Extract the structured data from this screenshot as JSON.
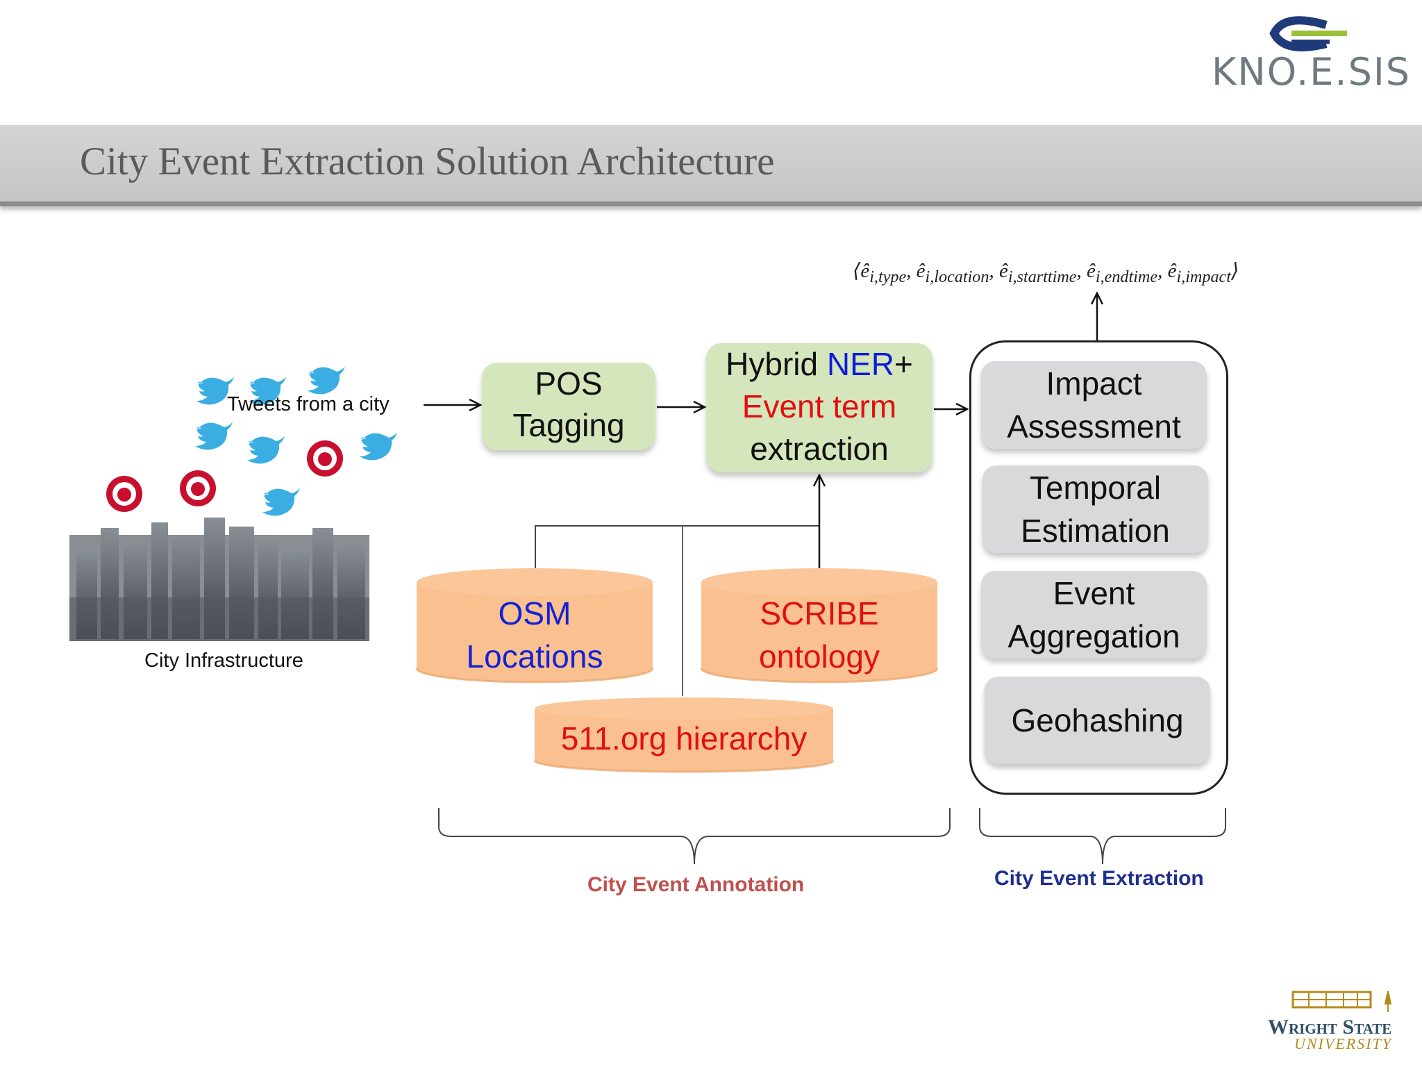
{
  "slide": {
    "title": "City Event Extraction Solution Architecture"
  },
  "logos": {
    "knoesis": "KNO.E.SIS",
    "wsu_main": "Wright State",
    "wsu_sub": "UNIVERSITY"
  },
  "inputs": {
    "tweets_label": "Tweets from a city",
    "city_label": "City Infrastructure"
  },
  "pipeline": {
    "pos": [
      "POS",
      "Tagging"
    ],
    "ner_line1_prefix": "Hybrid ",
    "ner_line1_highlight": "NER",
    "ner_line1_suffix": "+",
    "ner_line2": "Event term",
    "ner_line3": "extraction"
  },
  "knowledge_bases": {
    "osm": [
      "OSM",
      "Locations"
    ],
    "scribe": [
      "SCRIBE",
      "ontology"
    ],
    "org511": "511.org hierarchy"
  },
  "extraction_steps": [
    [
      "Impact",
      "Assessment"
    ],
    [
      "Temporal",
      "Estimation"
    ],
    [
      "Event",
      "Aggregation"
    ],
    [
      "Geohashing"
    ]
  ],
  "output_tuple": "⟨ê_{i,type}, ê_{i,location}, ê_{i,starttime}, ê_{i,endtime}, ê_{i,impact}⟩",
  "groups": {
    "annotation": "City Event Annotation",
    "extraction": "City Event Extraction"
  },
  "colors": {
    "annotation_label": "#c0504d",
    "extraction_label": "#1f2f8f",
    "ner_highlight": "#0b1ed9",
    "event_term": "#e01010",
    "osm_text": "#1322d6",
    "scribe_text": "#e01010",
    "cylinder_fill": "#fac08f"
  }
}
